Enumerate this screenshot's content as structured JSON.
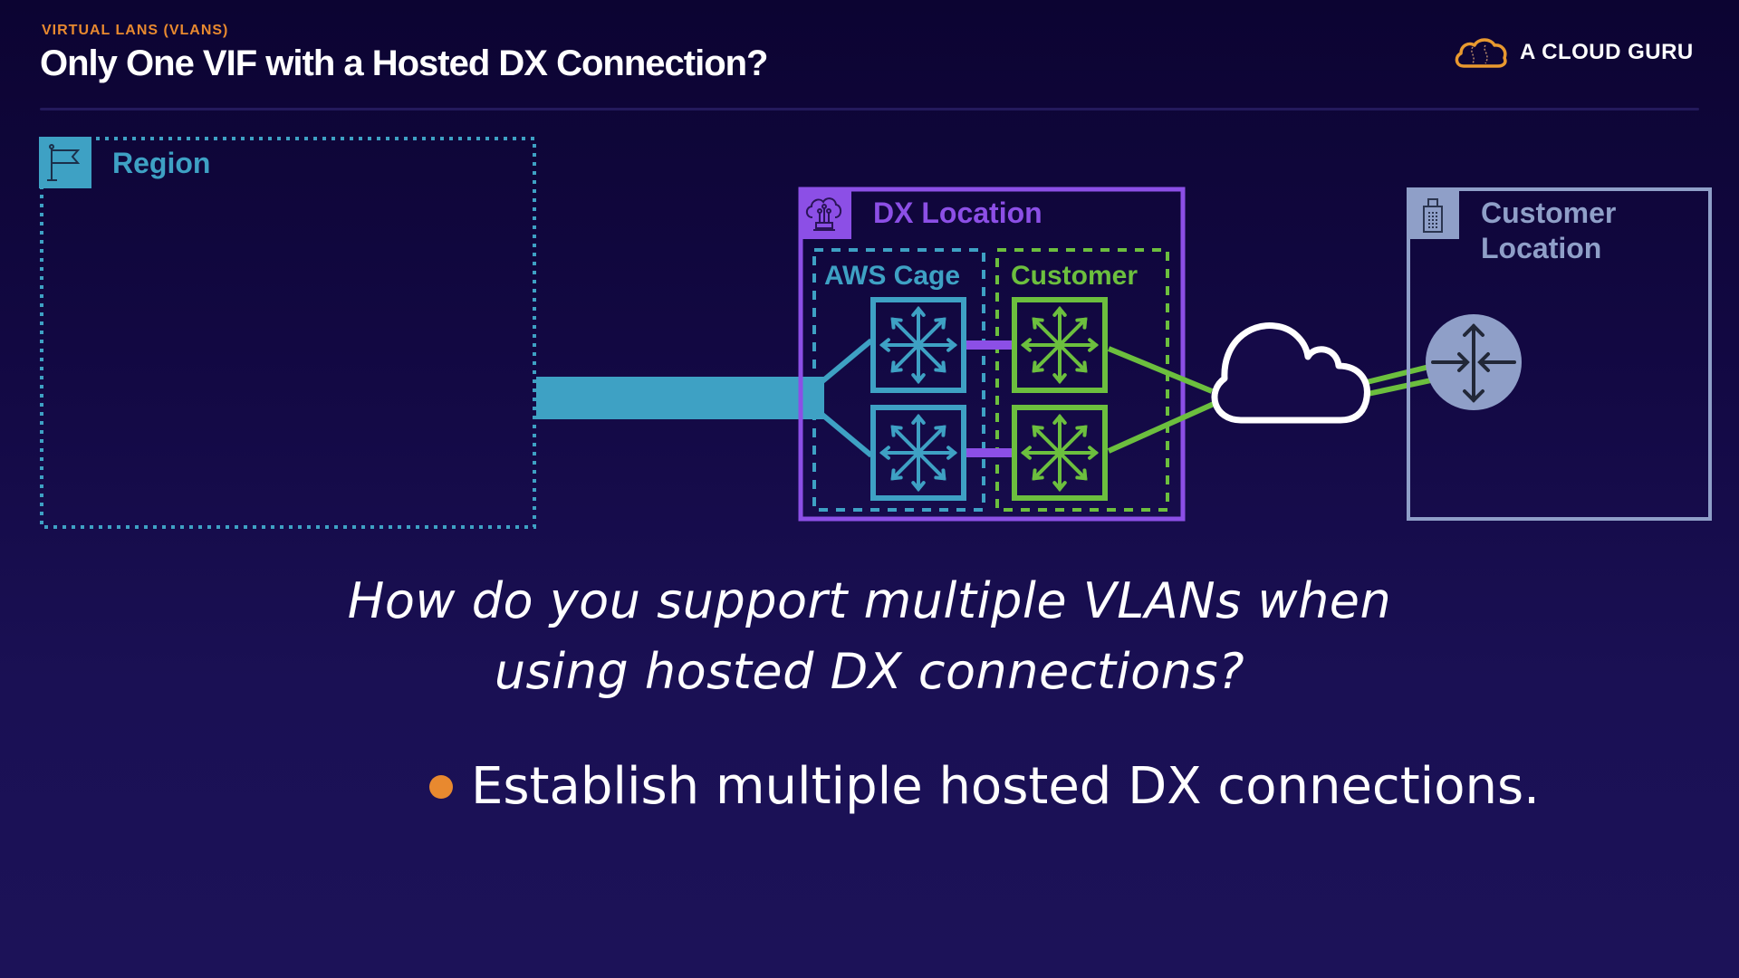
{
  "header": {
    "eyebrow": "VIRTUAL LANS (VLANS)",
    "title": "Only One VIF with a Hosted DX Connection?"
  },
  "logo": {
    "text": "A CLOUD GURU",
    "icon": "cloud-guru-logo-icon",
    "color": "#e8992f"
  },
  "diagram": {
    "region": {
      "label": "Region",
      "icon": "flag-icon",
      "color": "#3ea1c4"
    },
    "dx_location": {
      "label": "DX Location",
      "icon": "cloud-network-icon",
      "color": "#8c4fe6"
    },
    "aws_cage": {
      "label": "AWS Cage",
      "color": "#3ea1c4",
      "switches": 2
    },
    "customer_cage": {
      "label": "Customer",
      "color": "#6cbf3e",
      "switches": 2
    },
    "internet": {
      "icon": "cloud-icon",
      "color": "#ffffff"
    },
    "customer_location": {
      "label_line1": "Customer",
      "label_line2": "Location",
      "icon": "building-icon",
      "router_icon": "router-icon",
      "color": "#8f9fc8"
    },
    "link_color": "#8c4fe6"
  },
  "body": {
    "question_line1": "How do you support multiple VLANs when",
    "question_line2": "using hosted DX connections?",
    "bullets": [
      {
        "text": "Establish multiple hosted DX connections.",
        "marker_color": "#e8892f"
      }
    ]
  }
}
